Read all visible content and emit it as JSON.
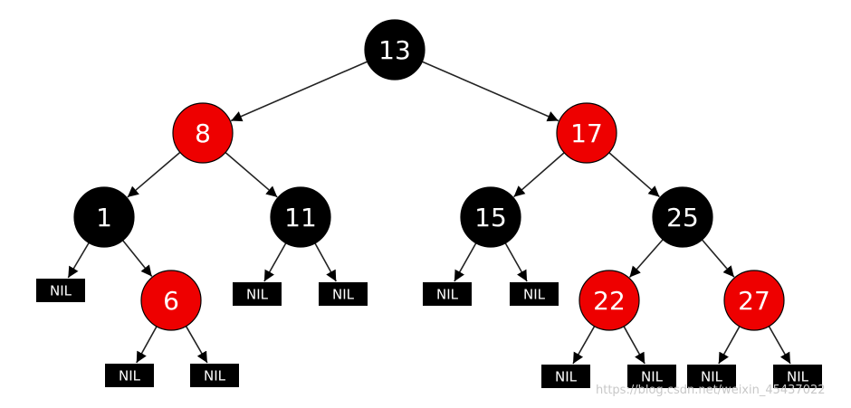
{
  "tree": {
    "colors": {
      "black": "#000000",
      "red": "#ee0000",
      "text": "#ffffff",
      "edge": "#222222"
    },
    "nil_label": "NIL",
    "nodes": [
      {
        "id": "n13",
        "value": "13",
        "color": "black",
        "parent": null
      },
      {
        "id": "n8",
        "value": "8",
        "color": "red",
        "parent": "n13"
      },
      {
        "id": "n17",
        "value": "17",
        "color": "red",
        "parent": "n13"
      },
      {
        "id": "n1",
        "value": "1",
        "color": "black",
        "parent": "n8"
      },
      {
        "id": "n11",
        "value": "11",
        "color": "black",
        "parent": "n8"
      },
      {
        "id": "n15",
        "value": "15",
        "color": "black",
        "parent": "n17"
      },
      {
        "id": "n25",
        "value": "25",
        "color": "black",
        "parent": "n17"
      },
      {
        "id": "n6",
        "value": "6",
        "color": "red",
        "parent": "n1"
      },
      {
        "id": "n22",
        "value": "22",
        "color": "red",
        "parent": "n25"
      },
      {
        "id": "n27",
        "value": "27",
        "color": "red",
        "parent": "n25"
      }
    ],
    "nil_leaves": [
      {
        "id": "nil-1-left",
        "parent": "n1"
      },
      {
        "id": "nil-6-left",
        "parent": "n6"
      },
      {
        "id": "nil-6-right",
        "parent": "n6"
      },
      {
        "id": "nil-11-left",
        "parent": "n11"
      },
      {
        "id": "nil-11-right",
        "parent": "n11"
      },
      {
        "id": "nil-15-left",
        "parent": "n15"
      },
      {
        "id": "nil-15-right",
        "parent": "n15"
      },
      {
        "id": "nil-22-left",
        "parent": "n22"
      },
      {
        "id": "nil-22-right",
        "parent": "n22"
      },
      {
        "id": "nil-27-left",
        "parent": "n27"
      },
      {
        "id": "nil-27-right",
        "parent": "n27"
      }
    ]
  },
  "watermark": "https://blog.csdn.net/weixin_45437022"
}
